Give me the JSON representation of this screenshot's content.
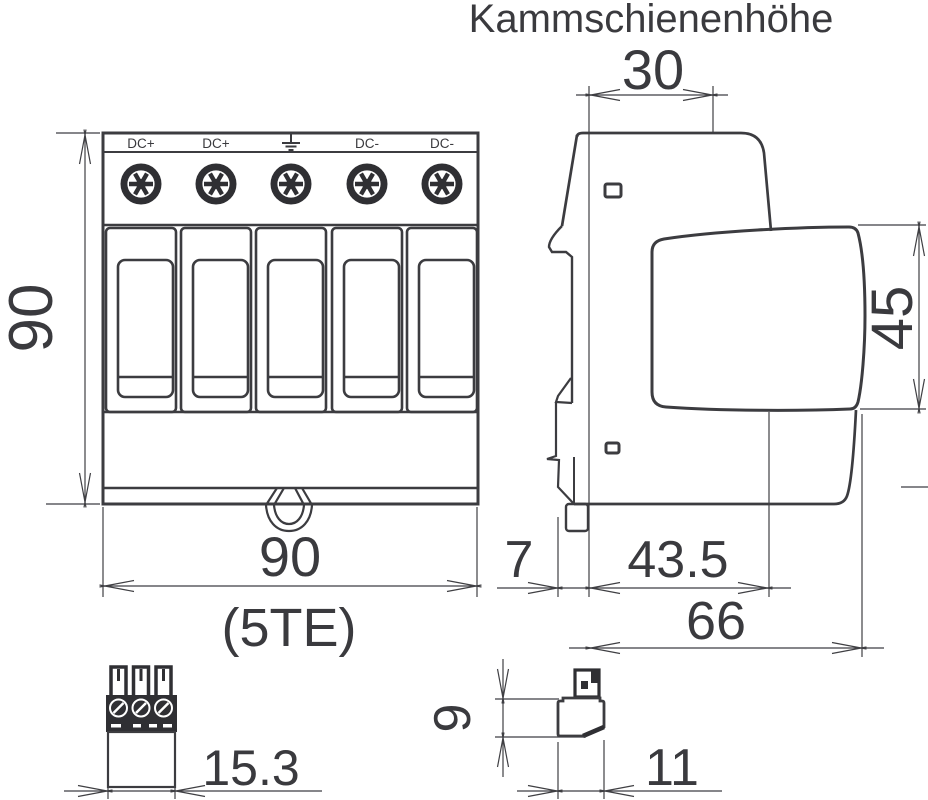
{
  "title": "Kammschienenhöhe",
  "front_view": {
    "terminals": [
      "DC+",
      "DC+",
      "earth-ground-symbol",
      "DC-",
      "DC-"
    ],
    "height_mm": "90",
    "width_mm": "90",
    "width_note": "(5TE)"
  },
  "side_view": {
    "comb_rail_height_mm": "30",
    "module_height_mm": "45",
    "rear_offset_mm": "7",
    "base_depth_mm": "43.5",
    "total_depth_mm": "66"
  },
  "connector_detail": {
    "width_mm": "15.3"
  },
  "tab_detail": {
    "height_mm": "9",
    "width_mm": "11"
  },
  "colors": {
    "line": "#3c3c40",
    "text": "#3a3a3e",
    "background": "#ffffff"
  }
}
